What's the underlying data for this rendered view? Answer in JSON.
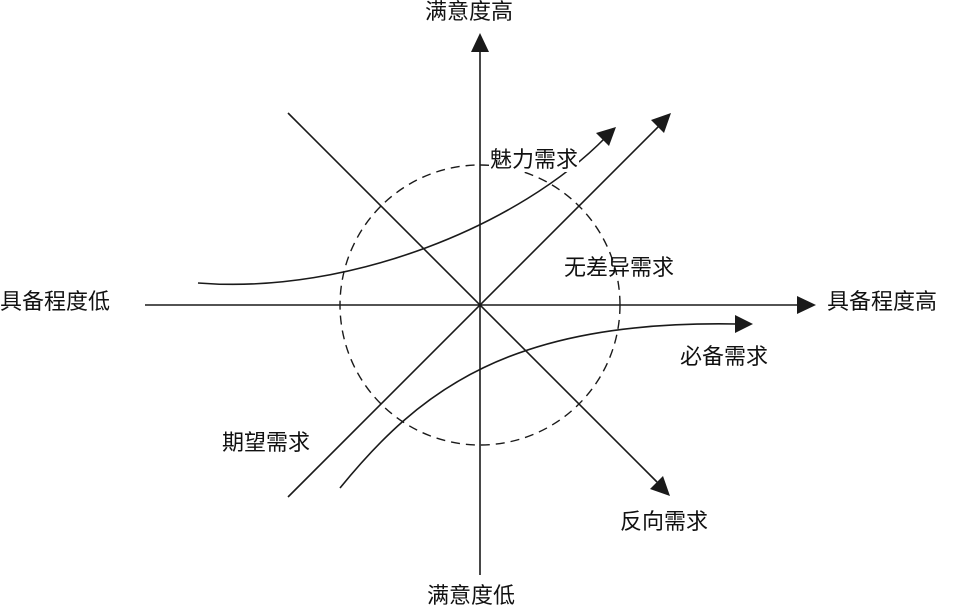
{
  "axes": {
    "y_top": "满意度高",
    "y_bottom": "满意度低",
    "x_left": "具备程度低",
    "x_right": "具备程度高"
  },
  "categories": {
    "attractive": "魅力需求",
    "indifferent": "无差异需求",
    "must_be": "必备需求",
    "one_dimensional": "期望需求",
    "reverse": "反向需求"
  }
}
